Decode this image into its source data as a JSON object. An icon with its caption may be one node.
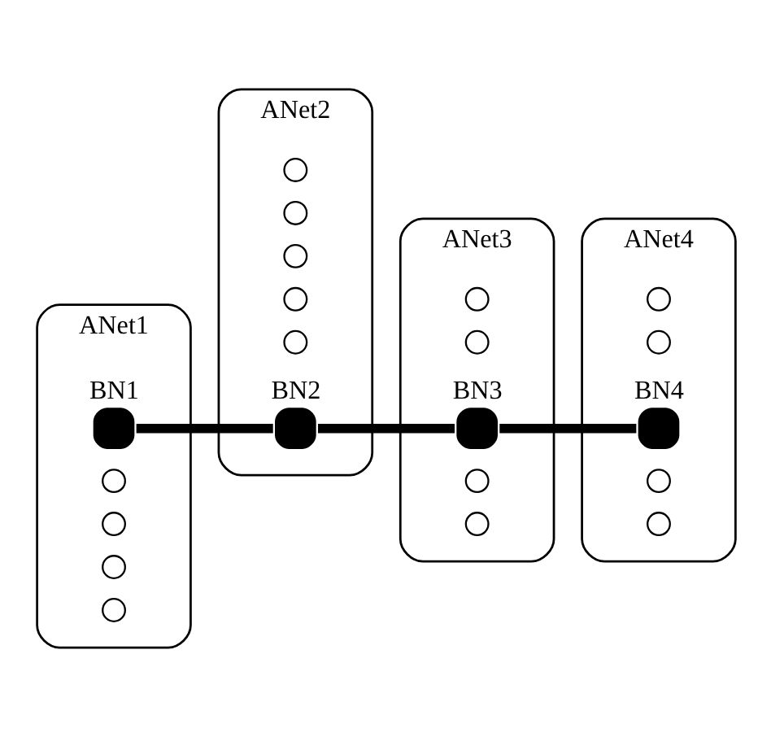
{
  "diagram": {
    "nodes": [
      {
        "text": [
          "ANet1"
        ]
      },
      {
        "text": [],
        "shape": "circle",
        "beside": [
          "BN1"
        ],
        "in": 0
      },
      {
        "text": [],
        "shape": "circle",
        "in": 0
      },
      {
        "text": [],
        "shape": "circle",
        "in": 0
      },
      {
        "text": [],
        "shape": "circle",
        "in": 0
      },
      {
        "text": [],
        "shape": "circle",
        "in": 0
      },
      {
        "text": [
          "ANet2"
        ]
      },
      {
        "text": [],
        "shape": "circle",
        "in": 6
      },
      {
        "text": [],
        "shape": "circle",
        "in": 6
      },
      {
        "text": [],
        "shape": "circle",
        "in": 6
      },
      {
        "text": [],
        "shape": "circle",
        "in": 6
      },
      {
        "text": [],
        "shape": "circle",
        "in": 6
      },
      {
        "text": [],
        "shape": "circle",
        "beside": [
          "BN2"
        ],
        "in": 6
      },
      {
        "text": [
          "ANet3"
        ]
      },
      {
        "text": [],
        "shape": "circle",
        "in": 13
      },
      {
        "text": [],
        "shape": "circle",
        "in": 13
      },
      {
        "text": [],
        "shape": "circle",
        "beside": [
          "BN3"
        ],
        "in": 13
      },
      {
        "text": [],
        "shape": "circle",
        "in": 13
      },
      {
        "text": [],
        "shape": "circle",
        "in": 13
      },
      {
        "text": [
          "ANet4"
        ]
      },
      {
        "text": [],
        "shape": "circle",
        "in": 19
      },
      {
        "text": [],
        "shape": "circle",
        "in": 19
      },
      {
        "text": [],
        "shape": "circle",
        "beside": [
          "BN4"
        ],
        "in": 19
      },
      {
        "text": [],
        "shape": "circle",
        "in": 19
      },
      {
        "text": [],
        "shape": "circle",
        "in": 19
      }
    ],
    "edges": [
      {
        "from": 1,
        "to": 12,
        "arrow": "none"
      },
      {
        "from": 12,
        "to": 16,
        "arrow": "none"
      },
      {
        "from": 16,
        "to": 22,
        "arrow": "none"
      }
    ]
  }
}
